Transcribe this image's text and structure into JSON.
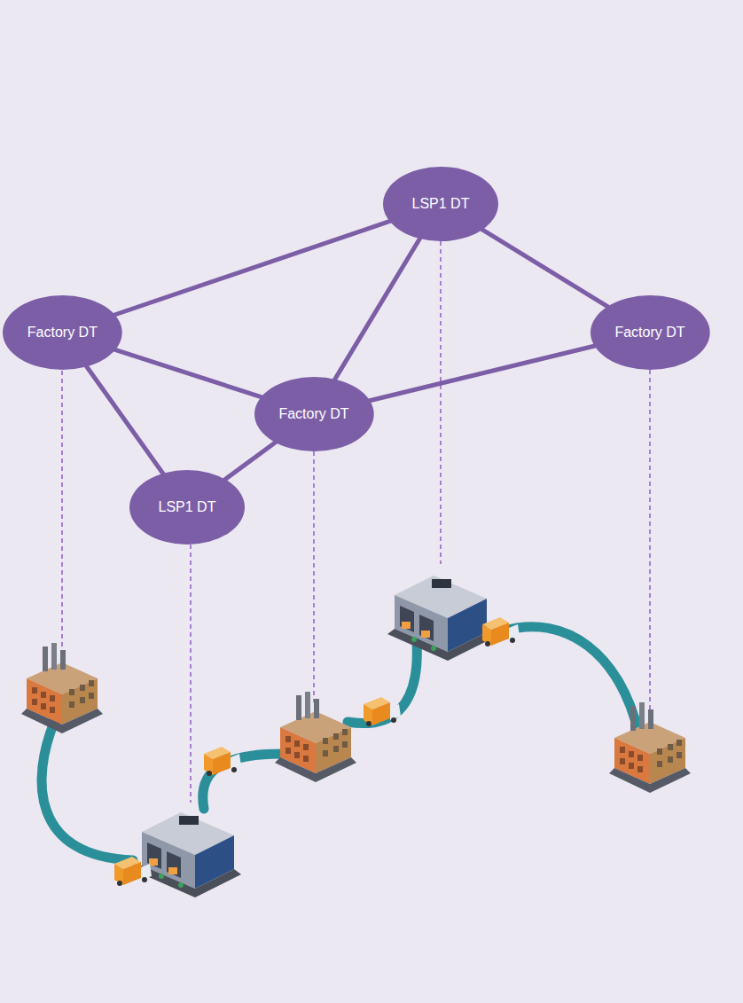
{
  "diagram": {
    "nodes": [
      {
        "text": [
          "LSP1 DT"
        ]
      },
      {
        "text": [
          "Factory DT"
        ]
      },
      {
        "text": [
          "Factory DT"
        ]
      },
      {
        "text": [
          "Factory DT"
        ]
      },
      {
        "text": [
          "LSP1 DT"
        ]
      }
    ],
    "edges": [
      {
        "from": 0,
        "to": 1,
        "arrow": "none"
      },
      {
        "from": 0,
        "to": 2,
        "arrow": "none"
      },
      {
        "from": 0,
        "to": 3,
        "arrow": "none"
      },
      {
        "from": 1,
        "to": 3,
        "arrow": "none"
      },
      {
        "from": 1,
        "to": 4,
        "arrow": "none"
      },
      {
        "from": 3,
        "to": 2,
        "arrow": "none"
      },
      {
        "from": 3,
        "to": 4,
        "arrow": "none"
      }
    ]
  }
}
